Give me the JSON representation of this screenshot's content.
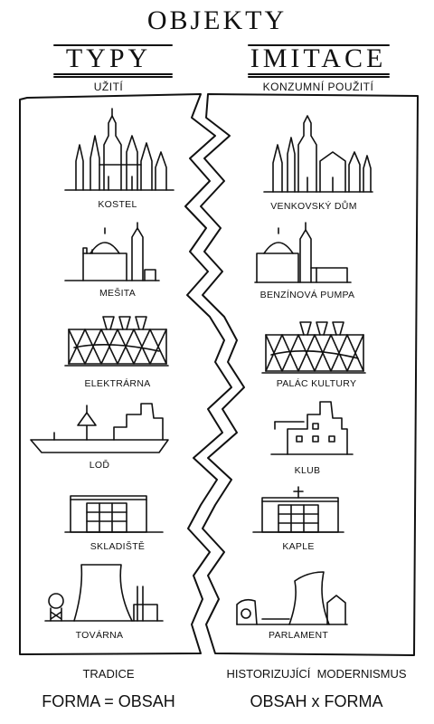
{
  "title": "OBJEKTY",
  "left": {
    "heading": "TYPY",
    "subheading": "UŽITÍ",
    "items": [
      "KOSTEL",
      "MEŠITA",
      "ELEKTRÁRNA",
      "LOĎ",
      "SKLADIŠTĚ",
      "TOVÁRNA"
    ],
    "footer": "TRADICE",
    "formula": "FORMA = OBSAH"
  },
  "right": {
    "heading": "IMITACE",
    "subheading": "KONZUMNÍ POUŽITÍ",
    "items": [
      "VENKOVSKÝ DŮM",
      "BENZÍNOVÁ PUMPA",
      "PALÁC KULTURY",
      "KLUB",
      "KAPLE",
      "PARLAMENT"
    ],
    "footer": "HISTORIZUJÍCÍ  MODERNISMUS",
    "formula": "OBSAH x FORMA"
  }
}
